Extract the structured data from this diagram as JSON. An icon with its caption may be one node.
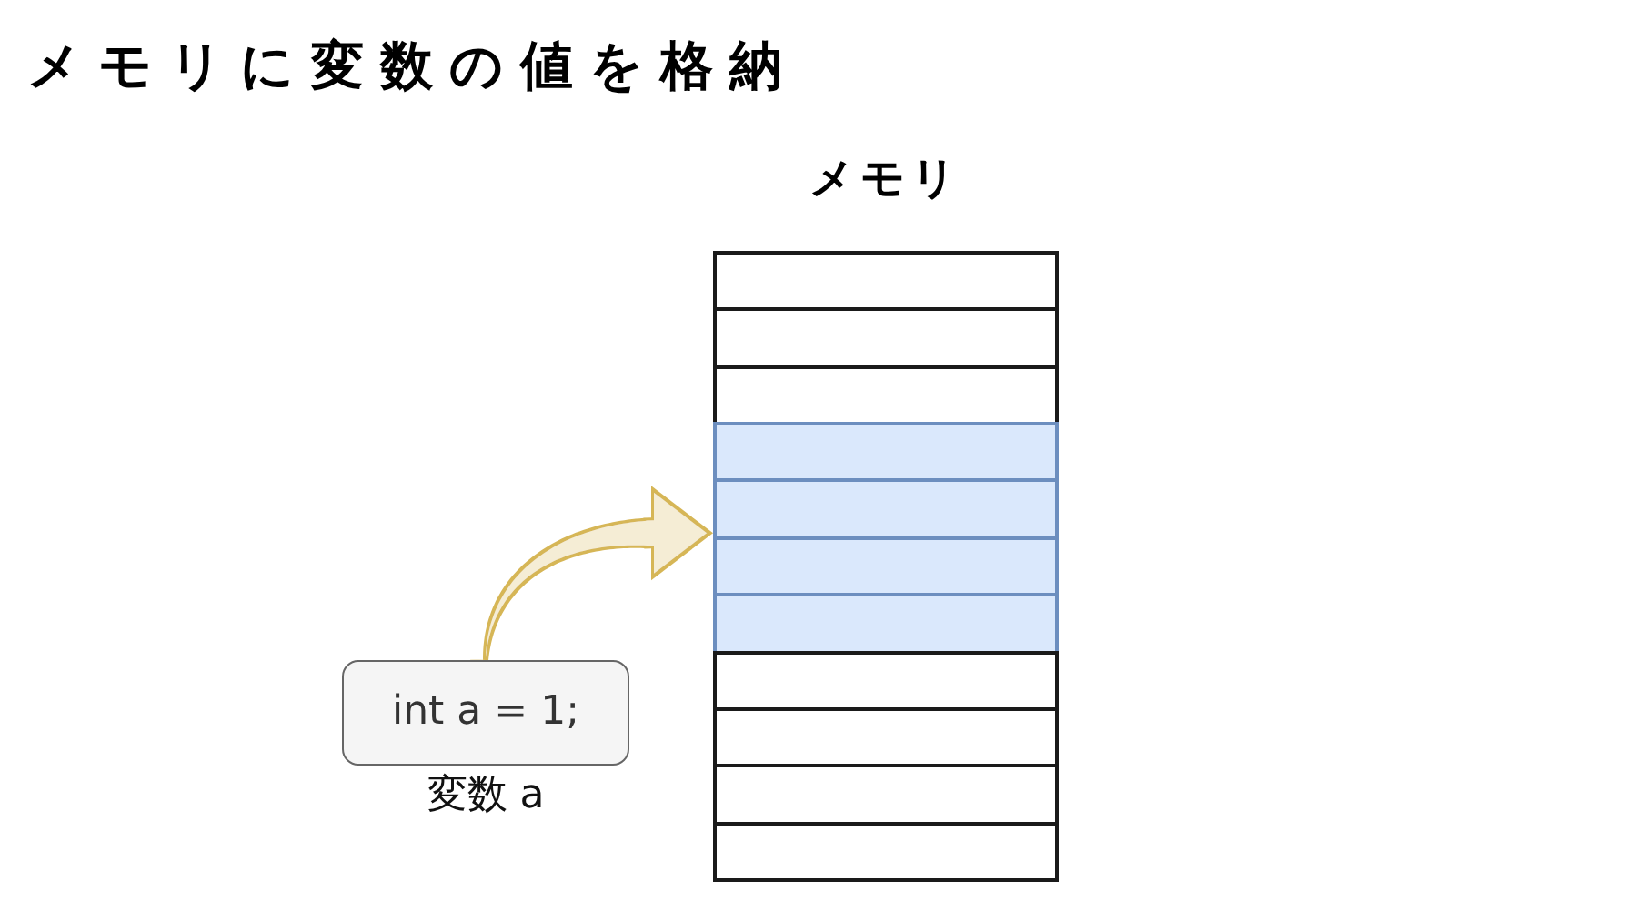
{
  "diagram": {
    "title": "メモリに変数の値を格納",
    "nodes": [
      {
        "text": [
          "メモリ"
        ]
      },
      {
        "text": [],
        "shape": "box",
        "in": 0
      },
      {
        "text": [],
        "shape": "box",
        "in": 0
      },
      {
        "text": [],
        "shape": "box",
        "in": 0
      },
      {
        "text": [],
        "shape": "box",
        "in": 0
      },
      {
        "text": [],
        "shape": "box",
        "in": 0
      },
      {
        "text": [],
        "shape": "box",
        "in": 0
      },
      {
        "text": [],
        "shape": "box",
        "in": 0
      },
      {
        "text": [],
        "shape": "box",
        "in": 0
      },
      {
        "text": [],
        "shape": "box",
        "in": 0
      },
      {
        "text": [],
        "shape": "box",
        "in": 0
      },
      {
        "text": [],
        "shape": "box",
        "in": 0
      },
      {
        "text": [
          "int a = 1;"
        ],
        "beside": [
          "変数 a"
        ]
      }
    ],
    "edges": [
      {
        "from": 12,
        "to": 0,
        "arrow": "to",
        "color": "#d6b656"
      }
    ]
  }
}
